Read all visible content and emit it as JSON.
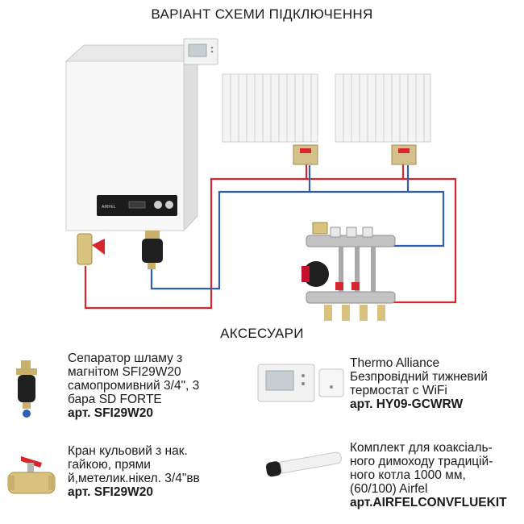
{
  "title": "ВАРІАНТ СХЕМИ ПІДКЛЮЧЕННЯ",
  "boiler": {
    "brand": "AIRFEL"
  },
  "accessories_title": "АКСЕСУАРИ",
  "colors": {
    "supply": "#d8262e",
    "return": "#2f5fb3"
  },
  "accessories": [
    {
      "lines": [
        "Сепаратор шламу з",
        "магнітом SFI29W20",
        "самопромивний 3/4\", 3",
        "бара SD FORTE"
      ],
      "article": "арт. SFI29W20",
      "icon": "sludge-separator-icon"
    },
    {
      "lines": [
        "Thermo Alliance",
        "Безпровідний тижневий",
        "термостат с WiFi"
      ],
      "article": "арт. HY09-GCWRW",
      "icon": "wireless-thermostat-icon"
    },
    {
      "lines": [
        "Кран кульовий з нак.",
        "гайкою, прями",
        "й,метелик.нікел. 3/4\"вв"
      ],
      "article": "арт. SFI29W20",
      "icon": "ball-valve-icon"
    },
    {
      "lines": [
        "Комплект для коаксіаль-",
        "ного димоходу традицій-",
        "ного котла 1000 мм,",
        "(60/100) Airfel"
      ],
      "article": "арт.AIRFELCONVFLUEKIT",
      "icon": "coaxial-flue-kit-icon"
    }
  ]
}
